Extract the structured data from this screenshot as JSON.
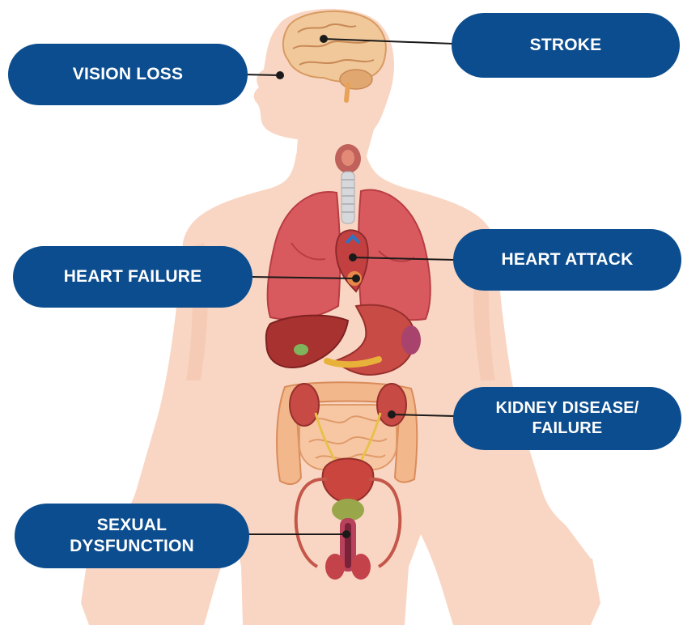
{
  "labels": {
    "stroke": "STROKE",
    "vision_loss": "VISION LOSS",
    "heart_attack": "HEART ATTACK",
    "heart_failure": "HEART FAILURE",
    "kidney": "KIDNEY DISEASE/\nFAILURE",
    "sexual": "SEXUAL\nDYSFUNCTION"
  },
  "colors": {
    "pill": "#0c4d8f",
    "skin": "#f9d6c3",
    "skin_shadow": "#f3c3ab",
    "lung": "#d95a5e",
    "lung_dark": "#b83c43",
    "liver": "#a8322f",
    "brain": "#f0c89a",
    "intestine": "#f3b78c",
    "connector": "#1a1a1a"
  }
}
